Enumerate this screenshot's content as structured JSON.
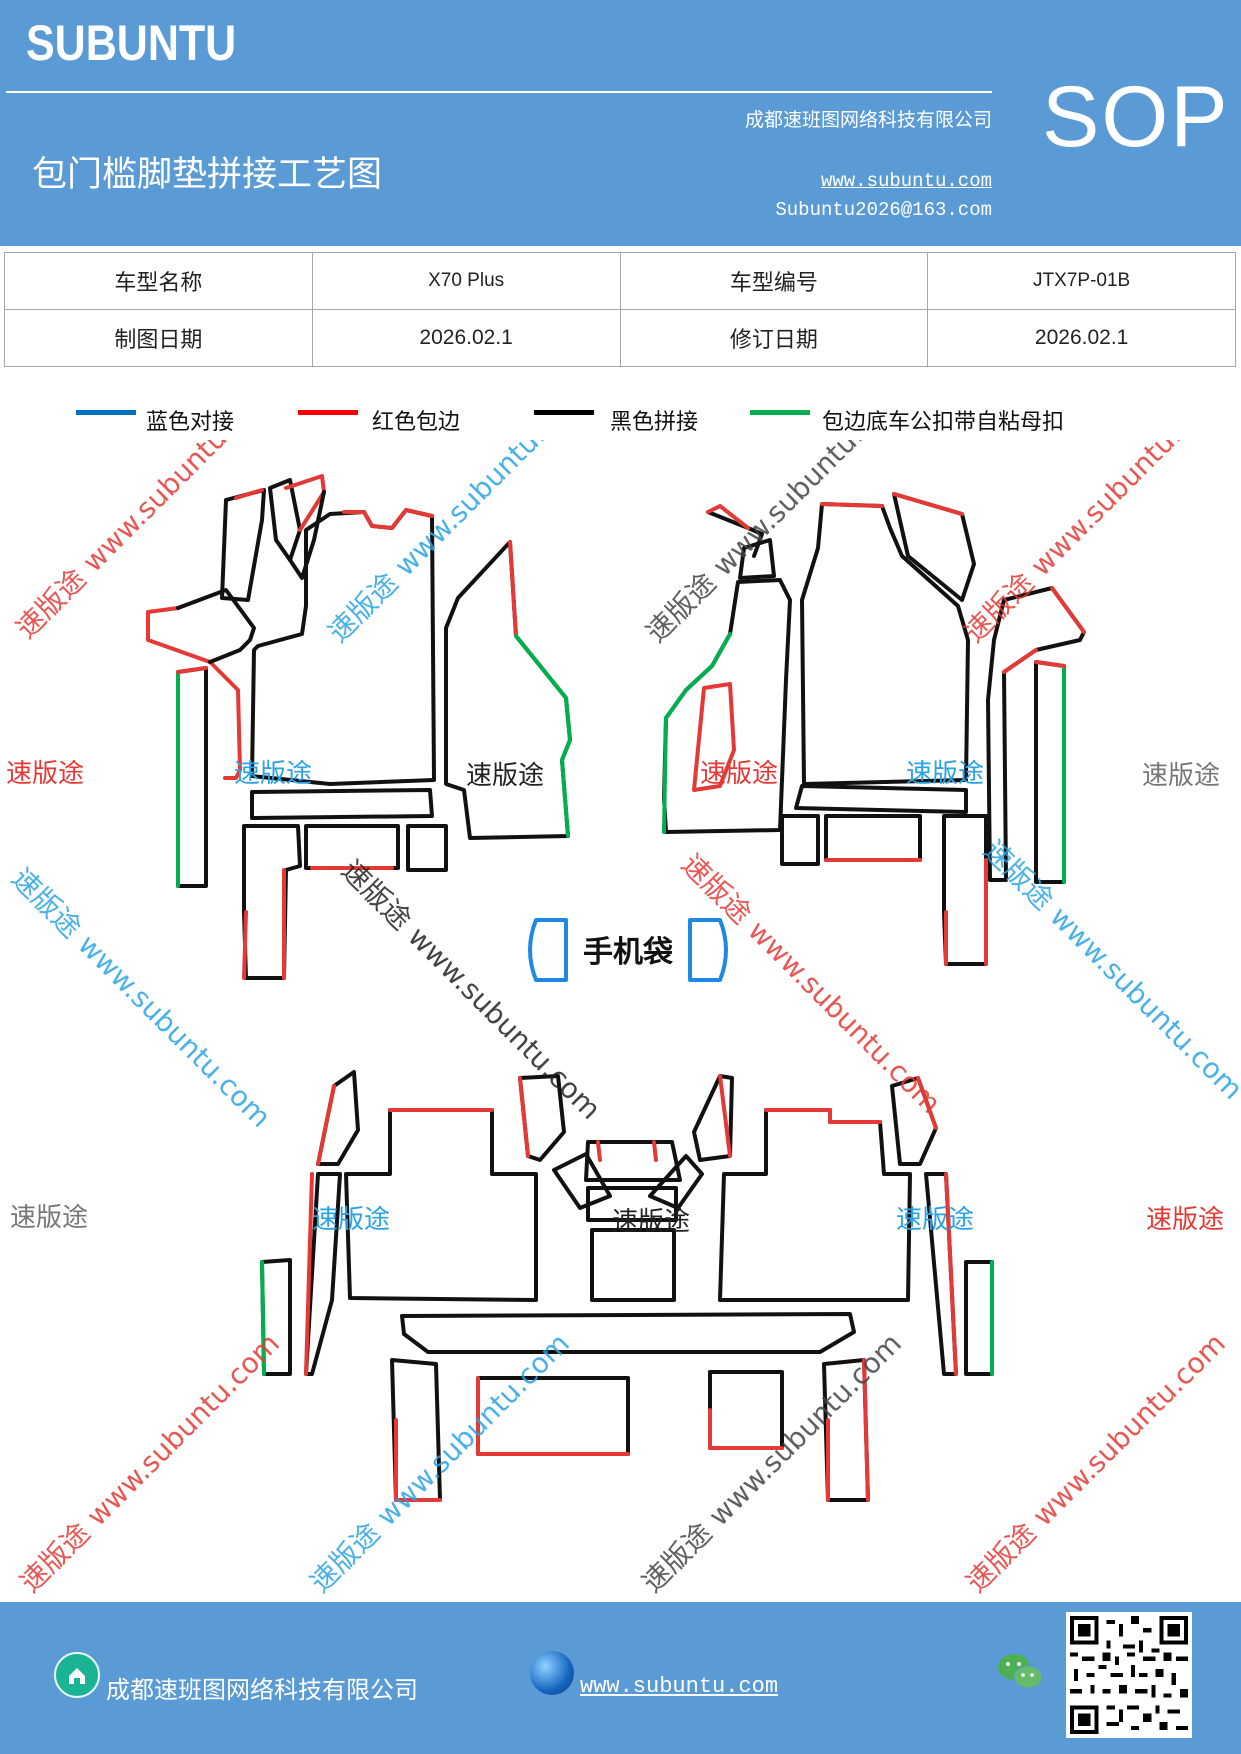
{
  "header": {
    "logo": "SUBUNTU",
    "doc_title": "包门槛脚垫拼接工艺图",
    "company": "成都速班图网络科技有限公司",
    "website": "www.subuntu.com",
    "email": "Subuntu2026@163.com",
    "badge": "SOP"
  },
  "info_table": {
    "model_name_label": "车型名称",
    "model_name_value": "X70 Plus",
    "model_code_label": "车型编号",
    "model_code_value": "JTX7P-01B",
    "draw_date_label": "制图日期",
    "draw_date_value": "2026.02.1",
    "revise_date_label": "修订日期",
    "revise_date_value": "2026.02.1"
  },
  "legend": [
    {
      "label": "蓝色对接",
      "color": "#0070c0"
    },
    {
      "label": "红色包边",
      "color": "#ff0000"
    },
    {
      "label": "黑色拼接",
      "color": "#000000"
    },
    {
      "label": "包边底车公扣带自粘母扣",
      "color": "#00b050"
    }
  ],
  "diagram": {
    "phone_bag_label": "手机袋",
    "watermark_brand": "速版途",
    "watermark_url": "www.subuntu.com"
  },
  "footer": {
    "company": "成都速班图网络科技有限公司",
    "website": "www.subuntu.com"
  },
  "icons": [
    "home-icon",
    "globe-icon",
    "wechat-icon",
    "qr-code"
  ]
}
